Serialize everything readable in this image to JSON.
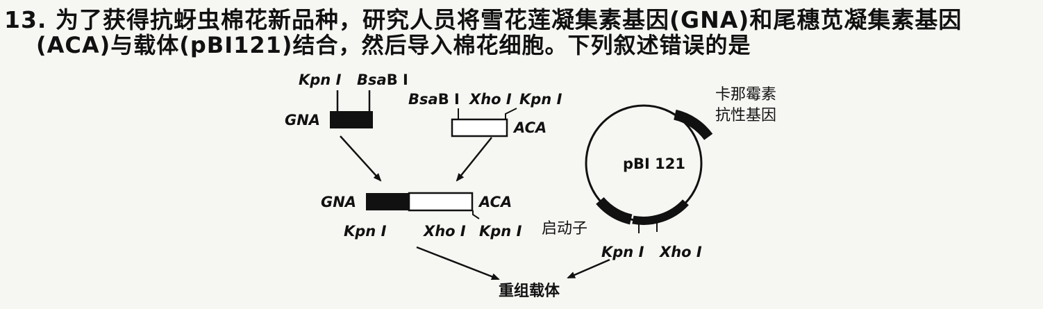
{
  "question": {
    "line1": "13. 为了获得抗蚜虫棉花新品种，研究人员将雪花莲凝集素基因(GNA)和尾穗苋凝集素基因",
    "line2": "(ACA)与载体(pBI121)结合，然后导入棉花细胞。下列叙述错误的是"
  },
  "diagram": {
    "gna_fragment": {
      "gene": "GNA",
      "site1": "Kpn Ⅰ",
      "site2_italic": "Bsa",
      "site2_rest": "B Ⅰ"
    },
    "aca_fragment": {
      "gene": "ACA",
      "site1_italic": "Bsa",
      "site1_rest": "B Ⅰ",
      "site2": "Xho Ⅰ",
      "site3": "Kpn Ⅰ"
    },
    "fusion": {
      "left_gene": "GNA",
      "right_gene": "ACA",
      "site_left": "Kpn Ⅰ",
      "site_mid": "Xho Ⅰ",
      "site_right": "Kpn Ⅰ"
    },
    "plasmid": {
      "name": "pBI 121",
      "resistance_gene_line1": "卡那霉素",
      "resistance_gene_line2": "抗性基因",
      "promoter": "启动子",
      "site1": "Kpn Ⅰ",
      "site2": "Xho Ⅰ"
    },
    "result": "重组载体"
  },
  "colors": {
    "ink": "#111111",
    "paper": "#f6f6f3",
    "fill_white": "#ffffff"
  }
}
